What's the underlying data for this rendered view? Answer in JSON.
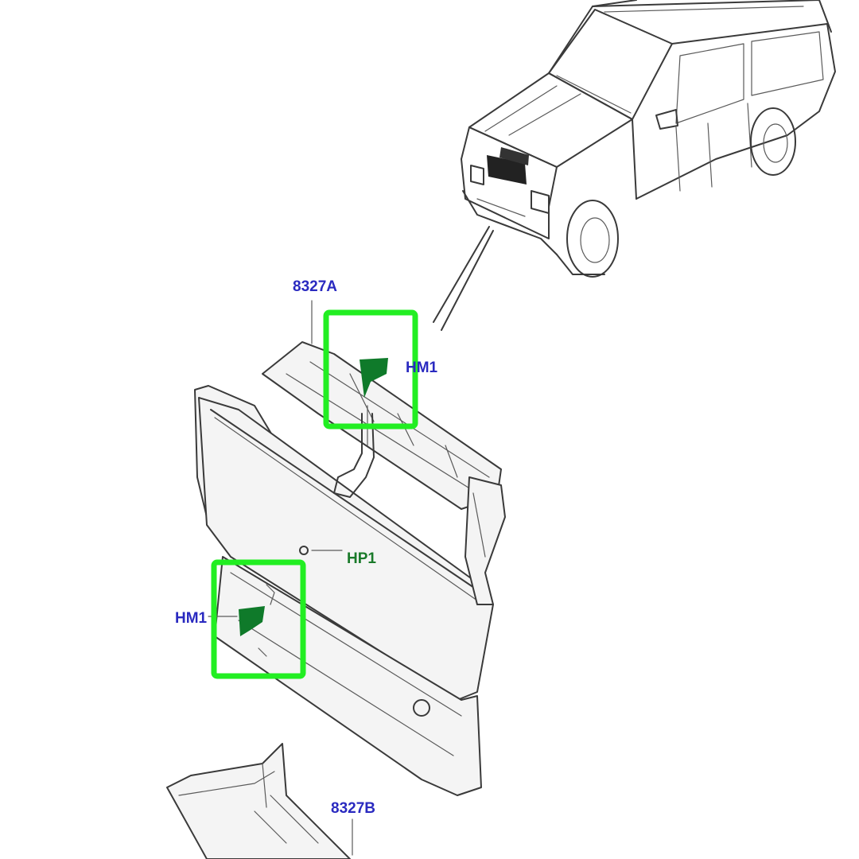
{
  "callouts": {
    "part_top": "8327A",
    "part_bottom": "8327B",
    "hm_top": "HM1",
    "hm_left": "HM1",
    "hp": "HP1"
  },
  "colors": {
    "part_label": "#2a2ac0",
    "hardware_label": "#1a7a2a",
    "highlight_box": "#22ee22",
    "highlight_part": "#0f7a2a"
  }
}
